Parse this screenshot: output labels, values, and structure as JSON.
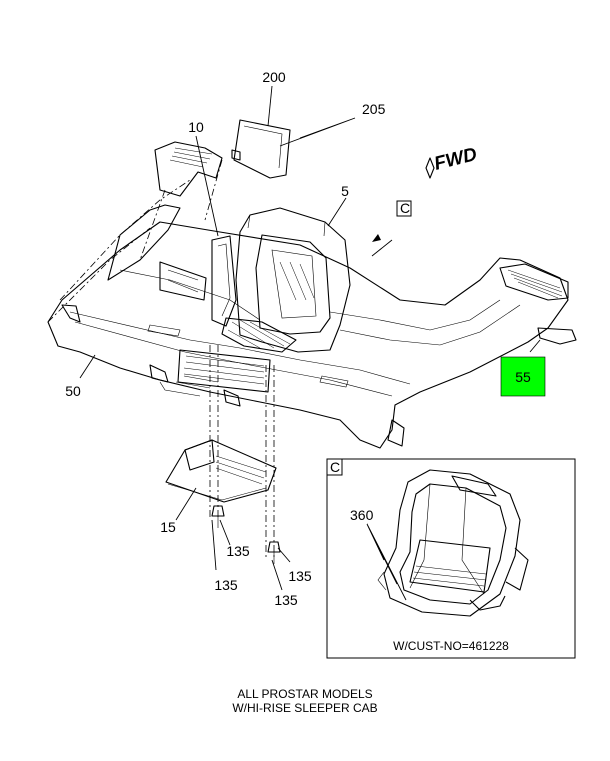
{
  "callouts": {
    "c200": "200",
    "c205": "205",
    "c10": "10",
    "c5": "5",
    "c50": "50",
    "c55": "55",
    "c15": "15",
    "c135a": "135",
    "c135b": "135",
    "c135c": "135",
    "c135d": "135",
    "c360": "360",
    "view_c": "C",
    "inset_c": "C"
  },
  "fwd_label": "FWD",
  "inset_note": "W/CUST-NO=461228",
  "caption": {
    "line1": "ALL PROSTAR MODELS",
    "line2": "W/HI-RISE SLEEPER CAB"
  },
  "colors": {
    "highlight": "#00ff00",
    "line": "#000000",
    "background": "#ffffff"
  }
}
